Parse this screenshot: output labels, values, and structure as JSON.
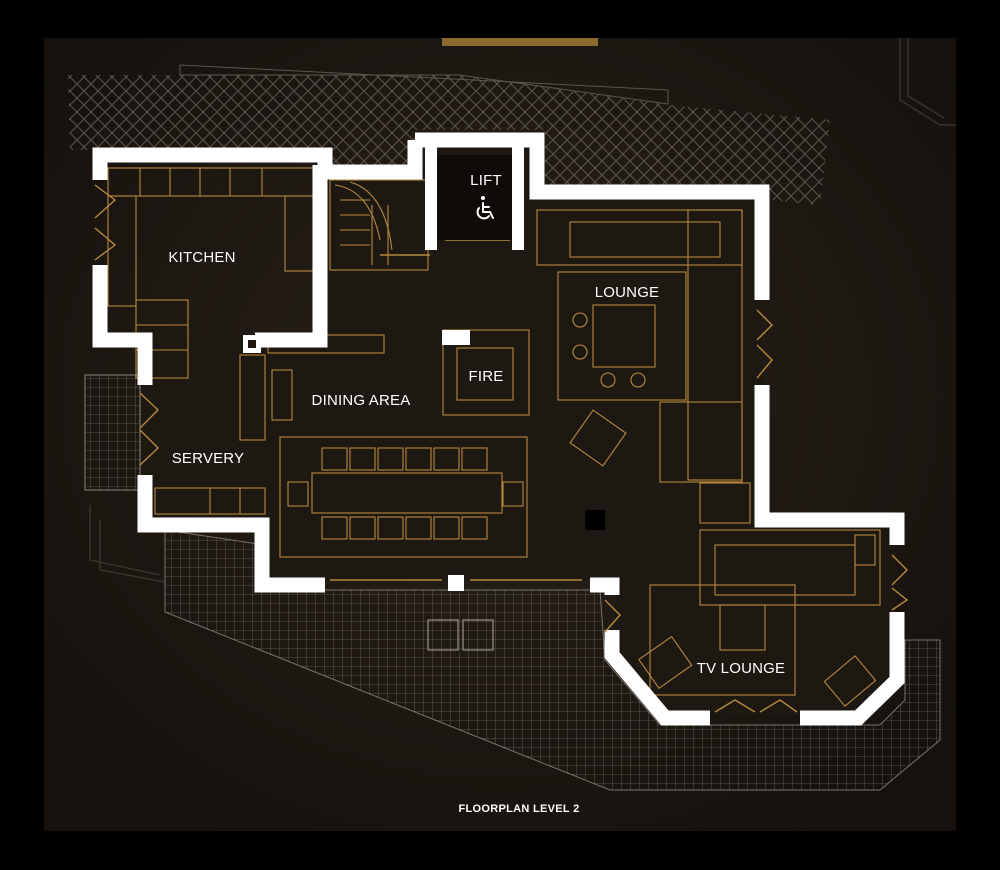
{
  "title": "FLOORPLAN LEVEL 2",
  "rooms": {
    "kitchen": "KITCHEN",
    "lift": "LIFT",
    "lounge": "LOUNGE",
    "fire": "FIRE",
    "dining": "DINING AREA",
    "servery": "SERVERY",
    "tv_lounge": "TV LOUNGE"
  },
  "icons": {
    "lift": "wheelchair-icon"
  },
  "colors": {
    "background": "#000000",
    "panel": "#1c1713",
    "walls": "#ffffff",
    "furniture": "#b8893e",
    "accent_bar": "#8a6a2f",
    "terrace_hatch": "#6e6660"
  }
}
